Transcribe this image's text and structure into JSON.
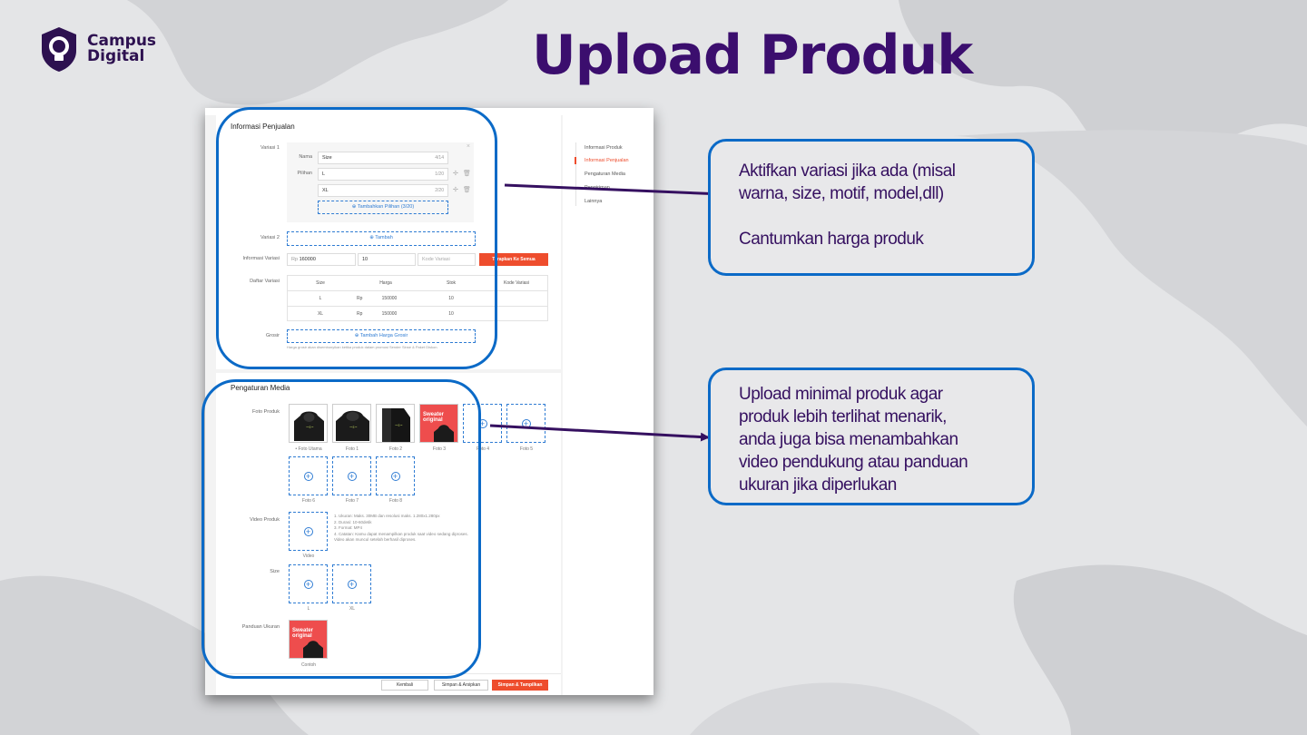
{
  "logo": {
    "line1": "Campus",
    "line2": "Digital",
    "icon": "lightbulb-shield-icon",
    "color": "#2d1150"
  },
  "title": "Upload Produk",
  "title_color": "#3b0e6e",
  "accent_blue": "#0b6ac7",
  "shopee_orange": "#ee4d2d",
  "screenshot": {
    "sales": {
      "section_title": "Informasi Penjualan",
      "variasi1_label": "Variasi 1",
      "nama_label": "Nama",
      "nama_value": "Size",
      "nama_count": "4/14",
      "pilihan_label": "Pilihan",
      "option1_value": "L",
      "option1_count": "1/20",
      "option2_value": "XL",
      "option2_count": "2/20",
      "add_option": "Tambahkan Pilihan (3/20)",
      "variasi2_label": "Variasi 2",
      "add_variasi2": "Tambah",
      "info_variasi_label": "Informasi Variasi",
      "rp": "Rp",
      "price_value": "160000",
      "stock_value": "10",
      "kode_placeholder": "Kode Variasi",
      "apply_all": "Terapkan Ke Semua",
      "daftar_label": "Daftar Variasi",
      "table_headers": [
        "Size",
        "Harga",
        "Stok",
        "Kode Variasi"
      ],
      "rows": [
        {
          "size": "L",
          "rp": "Rp",
          "price": "150000",
          "stock": "10"
        },
        {
          "size": "XL",
          "rp": "Rp",
          "price": "150000",
          "stock": "10"
        }
      ],
      "grosir_label": "Grosir",
      "add_grosir": "Tambah Harga Grosir",
      "grosir_note": "Harga grosir akan disembunyikan ketika produk dalam promosi Sender Sinse & Paket Diskon."
    },
    "media": {
      "section_title": "Pengaturan Media",
      "foto_label": "Foto Produk",
      "photo_captions": [
        "• Foto Utama",
        "Foto 1",
        "Foto 2",
        "Foto 3",
        "Foto 4",
        "Foto 5",
        "Foto 6",
        "Foto 7",
        "Foto 8"
      ],
      "poster_line1": "Sweater",
      "poster_line2": "original",
      "video_label": "Video Produk",
      "video_caption": "Video",
      "video_notes": [
        "1. Ukuran: Maks. 30MB dan resolusi maks. 1.280x1.280px",
        "2. Durasi: 10-60detik",
        "3. Format: MP4",
        "4. Catatan: Kamu dapat menampilkan produk saat video sedang diproses.",
        "Video akan muncul setelah berhasil diproses."
      ],
      "size_label": "Size",
      "size_captions": [
        "L",
        "XL"
      ],
      "panduan_label": "Panduan Ukuran",
      "panduan_caption": "Contoh"
    },
    "footer": {
      "back": "Kembali",
      "save_archive": "Simpan & Arsipkan",
      "save_show": "Simpan & Tampilkan"
    },
    "sidebar_nav": [
      "Informasi Produk",
      "Informasi Penjualan",
      "Pengaturan Media",
      "Pengiriman",
      "Lainnya"
    ]
  },
  "callouts": {
    "top": [
      "Aktifkan variasi jika ada (misal",
      "warna, size, motif, model,dll)",
      "",
      "Cantumkan harga produk"
    ],
    "bottom": [
      "Upload minimal produk agar",
      "produk lebih terlihat menarik,",
      "anda juga bisa menambahkan",
      "video pendukung atau panduan",
      "ukuran jika diperlukan"
    ]
  }
}
